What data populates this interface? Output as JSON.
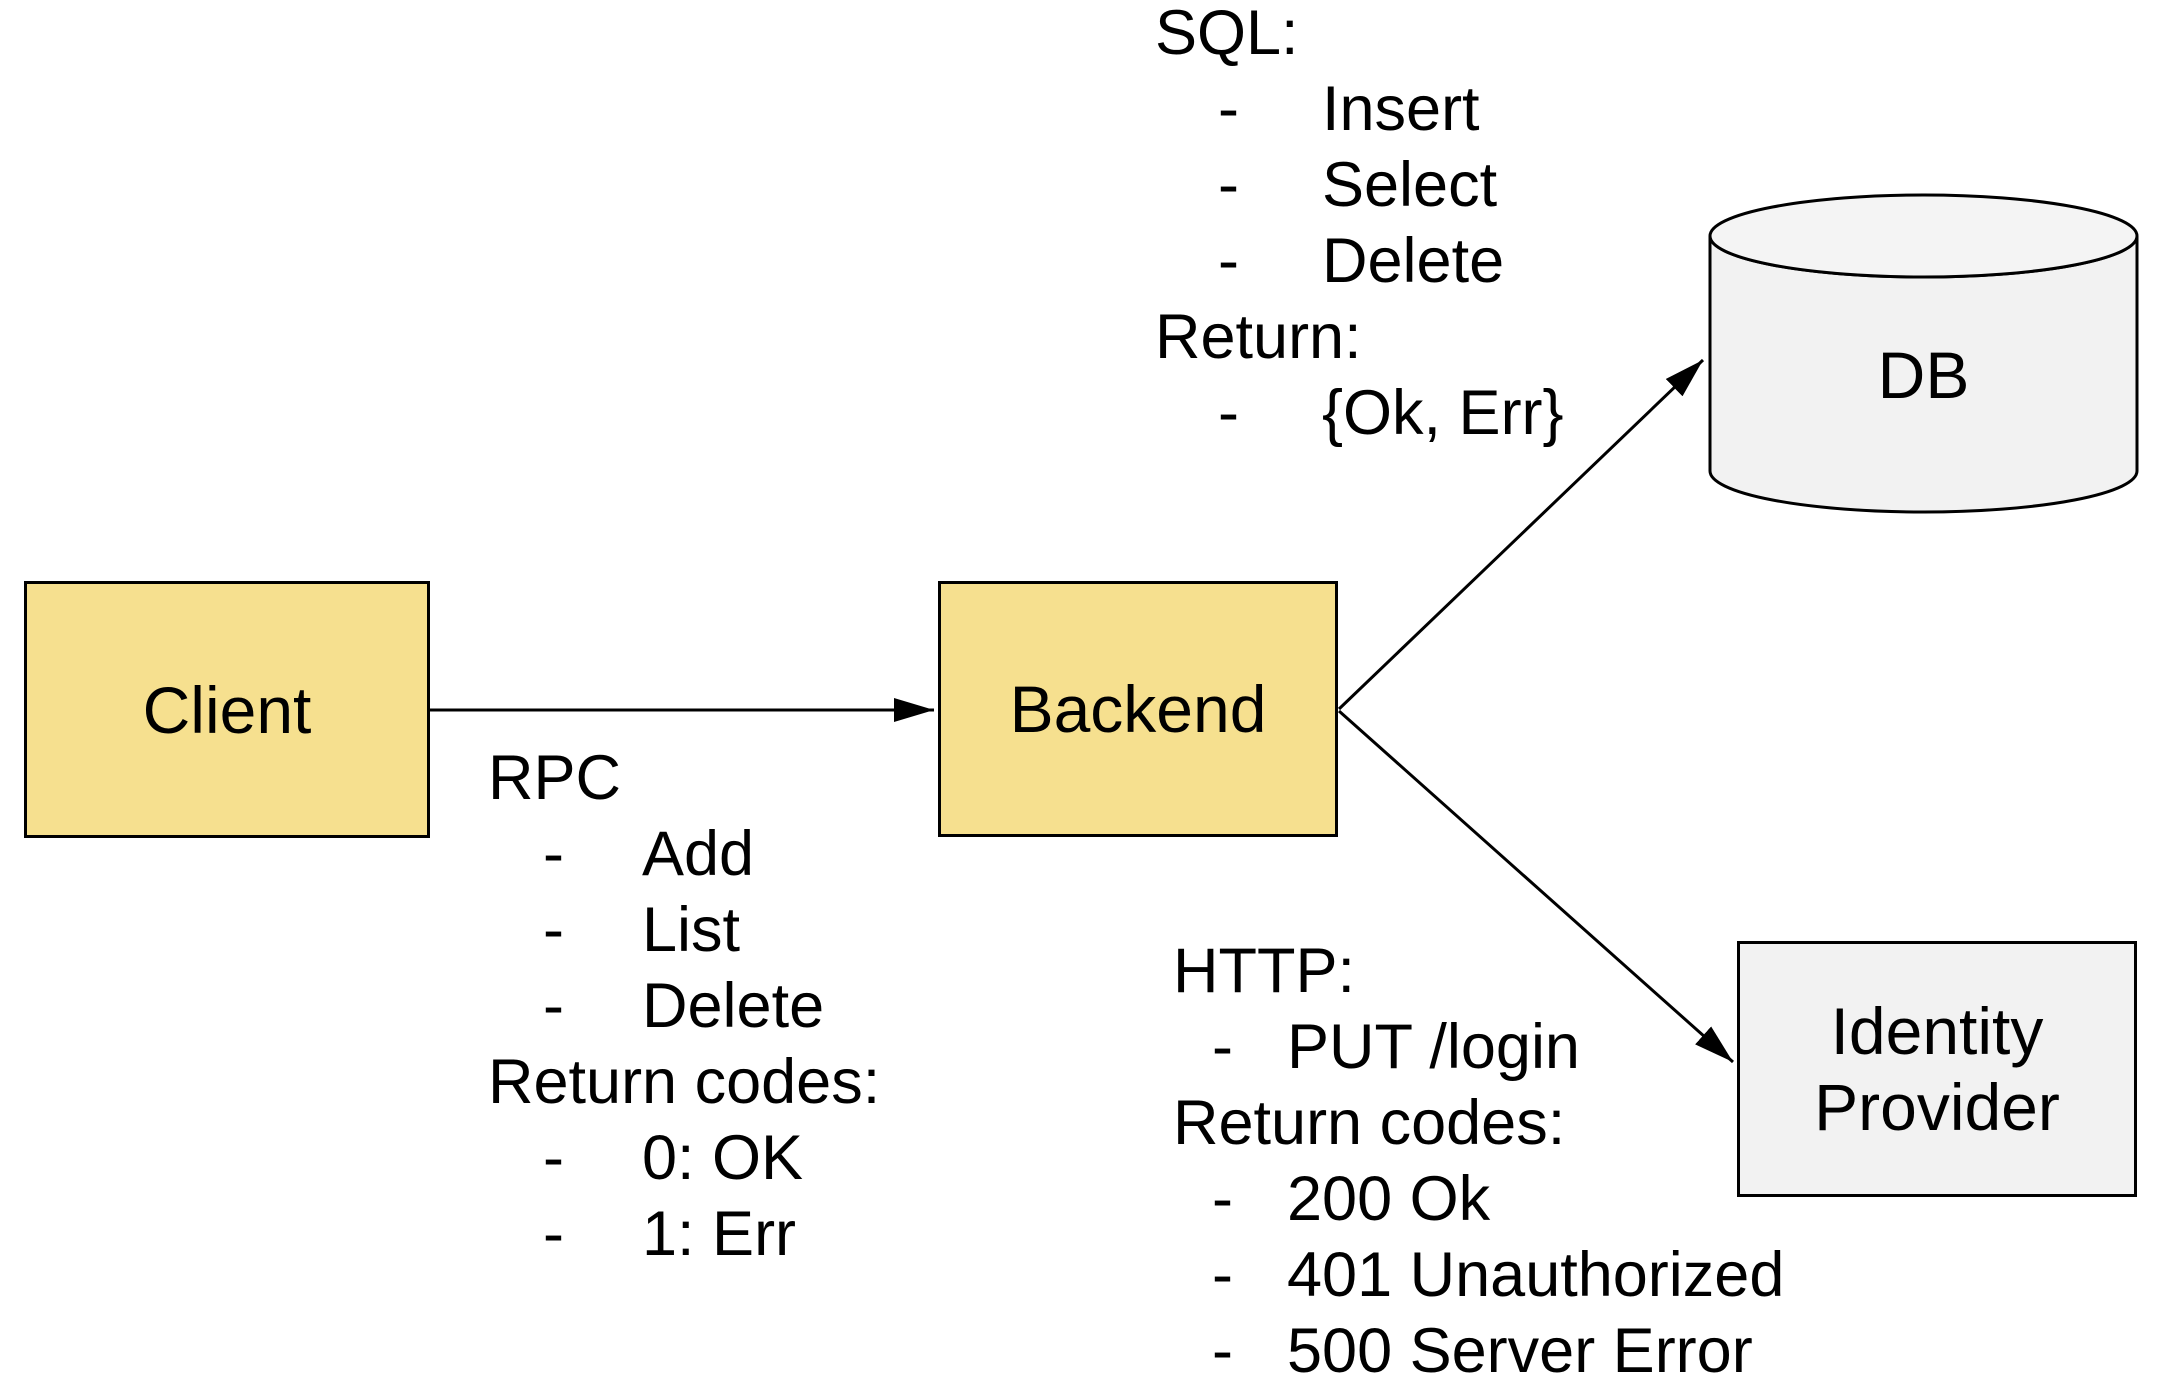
{
  "diagram": {
    "background": "#ffffff",
    "stroke_color": "#000000",
    "nodes": {
      "client": {
        "label": "Client",
        "fill": "#F6E08F",
        "shape": "rectangle"
      },
      "backend": {
        "label": "Backend",
        "fill": "#F6E08F",
        "shape": "rectangle"
      },
      "db": {
        "label": "DB",
        "fill": "#F2F2F2",
        "shape": "cylinder"
      },
      "identity_provider": {
        "label": "Identity Provider",
        "label_lines": [
          "Identity",
          "Provider"
        ],
        "fill": "#F2F2F2",
        "shape": "rectangle"
      }
    },
    "edges": [
      {
        "from": "client",
        "to": "backend"
      },
      {
        "from": "backend",
        "to": "db"
      },
      {
        "from": "backend",
        "to": "identity_provider"
      }
    ],
    "annotations": {
      "sql": {
        "lines": [
          {
            "kind": "heading",
            "text": "SQL:"
          },
          {
            "kind": "bullet",
            "dash": "-",
            "text": "Insert"
          },
          {
            "kind": "bullet",
            "dash": "-",
            "text": "Select"
          },
          {
            "kind": "bullet",
            "dash": "-",
            "text": "Delete"
          },
          {
            "kind": "heading",
            "text": "Return:"
          },
          {
            "kind": "bullet",
            "dash": "-",
            "text": "{Ok, Err}"
          }
        ]
      },
      "rpc": {
        "lines": [
          {
            "kind": "heading",
            "text": "RPC"
          },
          {
            "kind": "bullet",
            "dash": "-",
            "text": "Add"
          },
          {
            "kind": "bullet",
            "dash": "-",
            "text": "List"
          },
          {
            "kind": "bullet",
            "dash": "-",
            "text": "Delete"
          },
          {
            "kind": "heading",
            "text": "Return codes:"
          },
          {
            "kind": "bullet",
            "dash": "-",
            "text": "0: OK"
          },
          {
            "kind": "bullet",
            "dash": "-",
            "text": "1: Err"
          }
        ]
      },
      "http": {
        "lines": [
          {
            "kind": "heading",
            "text": "HTTP:"
          },
          {
            "kind": "bullet",
            "dash": "-",
            "text": "PUT /login"
          },
          {
            "kind": "heading",
            "text": "Return codes:"
          },
          {
            "kind": "bullet",
            "dash": "-",
            "text": "200 Ok"
          },
          {
            "kind": "bullet",
            "dash": "-",
            "text": "401 Unauthorized"
          },
          {
            "kind": "bullet",
            "dash": "-",
            "text": "500 Server Error"
          }
        ]
      }
    }
  }
}
